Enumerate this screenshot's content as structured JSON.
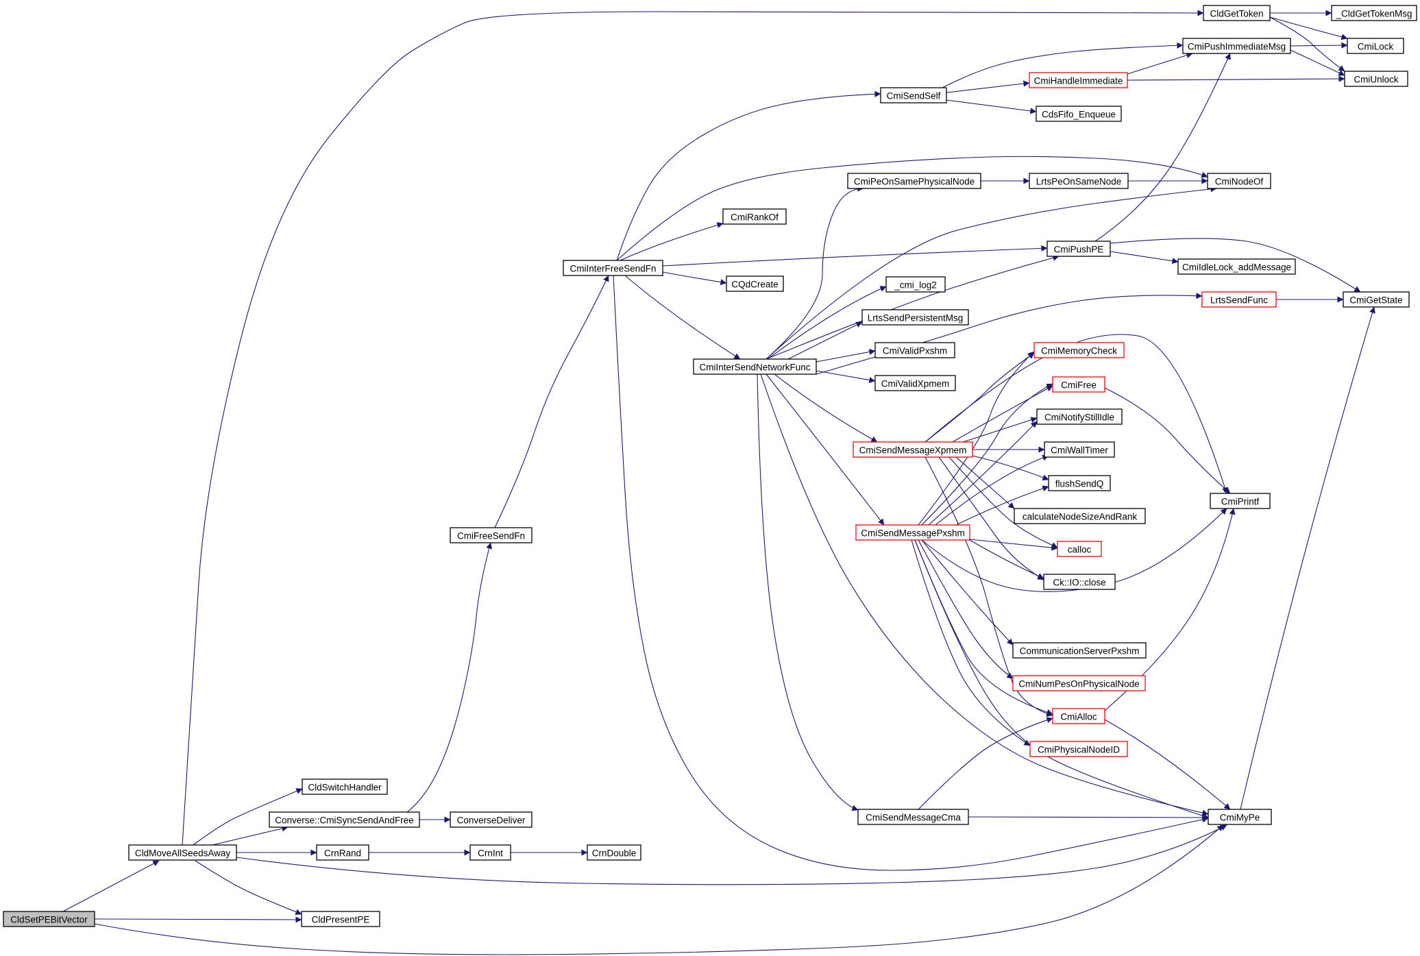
{
  "colors": {
    "edge": "#191970",
    "node_border": "#000000",
    "node_border_red": "#ff0000",
    "node_fill": "#ffffff",
    "root_fill": "#bfbfbf"
  },
  "nodes": [
    {
      "id": "CldSetPEBitVector",
      "label": "CldSetPEBitVector",
      "root": true
    },
    {
      "id": "CldMoveAllSeedsAway",
      "label": "CldMoveAllSeedsAway"
    },
    {
      "id": "CldPresentPE",
      "label": "CldPresentPE"
    },
    {
      "id": "CmiMyPe",
      "label": "CmiMyPe"
    },
    {
      "id": "CldGetToken",
      "label": "CldGetToken"
    },
    {
      "id": "_CldGetTokenMsg",
      "label": "_CldGetTokenMsg"
    },
    {
      "id": "CmiLock",
      "label": "CmiLock"
    },
    {
      "id": "CmiUnlock",
      "label": "CmiUnlock"
    },
    {
      "id": "CmiPushImmediateMsg",
      "label": "CmiPushImmediateMsg"
    },
    {
      "id": "CmiHandleImmediate",
      "label": "CmiHandleImmediate",
      "red": true
    },
    {
      "id": "CmiSendSelf",
      "label": "CmiSendSelf"
    },
    {
      "id": "CdsFifo_Enqueue",
      "label": "CdsFifo_Enqueue"
    },
    {
      "id": "CmiPeOnSamePhysicalNode",
      "label": "CmiPeOnSamePhysicalNode"
    },
    {
      "id": "LrtsPeOnSameNode",
      "label": "LrtsPeOnSameNode"
    },
    {
      "id": "CmiNodeOf",
      "label": "CmiNodeOf"
    },
    {
      "id": "CmiRankOf",
      "label": "CmiRankOf"
    },
    {
      "id": "CmiPushPE",
      "label": "CmiPushPE"
    },
    {
      "id": "CmiIdleLock_addMessage",
      "label": "CmiIdleLock_addMessage"
    },
    {
      "id": "CmiGetState",
      "label": "CmiGetState"
    },
    {
      "id": "CmiInterFreeSendFn",
      "label": "CmiInterFreeSendFn"
    },
    {
      "id": "CQdCreate",
      "label": "CQdCreate"
    },
    {
      "id": "_cmi_log2",
      "label": "_cmi_log2"
    },
    {
      "id": "LrtsSendFunc",
      "label": "LrtsSendFunc",
      "red": true
    },
    {
      "id": "LrtsSendPersistentMsg",
      "label": "LrtsSendPersistentMsg"
    },
    {
      "id": "CmiValidPxshm",
      "label": "CmiValidPxshm"
    },
    {
      "id": "CmiMemoryCheck",
      "label": "CmiMemoryCheck",
      "red": true
    },
    {
      "id": "CmiInterSendNetworkFunc",
      "label": "CmiInterSendNetworkFunc"
    },
    {
      "id": "CmiValidXpmem",
      "label": "CmiValidXpmem"
    },
    {
      "id": "CmiFree",
      "label": "CmiFree",
      "red": true
    },
    {
      "id": "CmiNotifyStillIdle",
      "label": "CmiNotifyStillIdle"
    },
    {
      "id": "CmiSendMessageXpmem",
      "label": "CmiSendMessageXpmem",
      "red": true
    },
    {
      "id": "CmiWallTimer",
      "label": "CmiWallTimer"
    },
    {
      "id": "flushSendQ",
      "label": "flushSendQ"
    },
    {
      "id": "CmiPrintf",
      "label": "CmiPrintf"
    },
    {
      "id": "calculateNodeSizeAndRank",
      "label": "calculateNodeSizeAndRank"
    },
    {
      "id": "CmiSendMessagePxshm",
      "label": "CmiSendMessagePxshm",
      "red": true
    },
    {
      "id": "CmiFreeSendFn",
      "label": "CmiFreeSendFn"
    },
    {
      "id": "calloc",
      "label": "calloc",
      "red": true
    },
    {
      "id": "Ck::IO::close",
      "label": "Ck::IO::close"
    },
    {
      "id": "CommunicationServerPxshm",
      "label": "CommunicationServerPxshm"
    },
    {
      "id": "CmiNumPesOnPhysicalNode",
      "label": "CmiNumPesOnPhysicalNode",
      "red": true
    },
    {
      "id": "CmiAlloc",
      "label": "CmiAlloc",
      "red": true
    },
    {
      "id": "CmiPhysicalNodeID",
      "label": "CmiPhysicalNodeID",
      "red": true
    },
    {
      "id": "CldSwitchHandler",
      "label": "CldSwitchHandler"
    },
    {
      "id": "Converse::CmiSyncSendAndFree",
      "label": "Converse::CmiSyncSendAndFree"
    },
    {
      "id": "ConverseDeliver",
      "label": "ConverseDeliver"
    },
    {
      "id": "CmiSendMessageCma",
      "label": "CmiSendMessageCma"
    },
    {
      "id": "CrnRand",
      "label": "CrnRand"
    },
    {
      "id": "CrnInt",
      "label": "CrnInt"
    },
    {
      "id": "CrnDouble",
      "label": "CrnDouble"
    }
  ]
}
